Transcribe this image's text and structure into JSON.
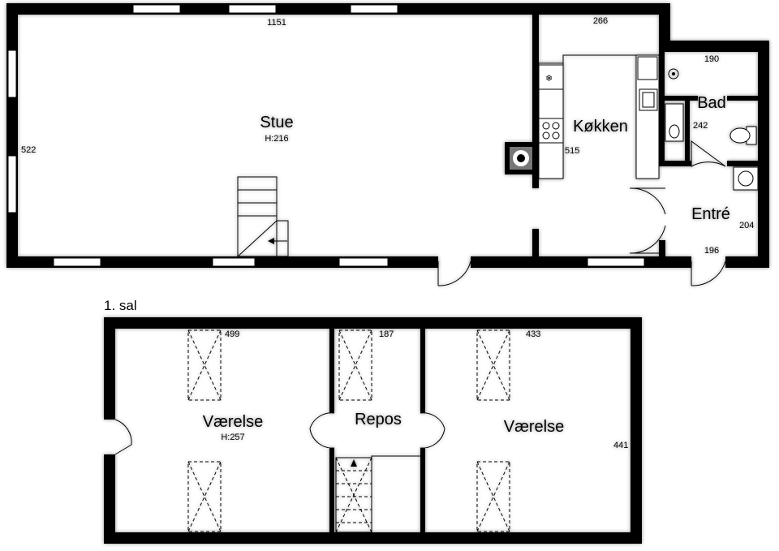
{
  "ground_floor": {
    "rooms": {
      "stue": {
        "name": "Stue",
        "height": "H:216"
      },
      "kokken": {
        "name": "Køkken"
      },
      "bad": {
        "name": "Bad"
      },
      "entre": {
        "name": "Entré"
      }
    },
    "dimensions": {
      "stue_width": "1151",
      "stue_depth": "522",
      "kokken_width": "266",
      "kokken_depth": "515",
      "bad_width": "190",
      "bad_depth": "242",
      "entre_depth": "204",
      "entre_width": "196"
    }
  },
  "first_floor": {
    "label": "1. sal",
    "rooms": {
      "vaerelse_left": {
        "name": "Værelse",
        "height": "H:257"
      },
      "repos": {
        "name": "Repos"
      },
      "vaerelse_right": {
        "name": "Værelse"
      }
    },
    "dimensions": {
      "left_width": "499",
      "repos_width": "187",
      "right_width": "433",
      "right_depth": "441"
    }
  }
}
